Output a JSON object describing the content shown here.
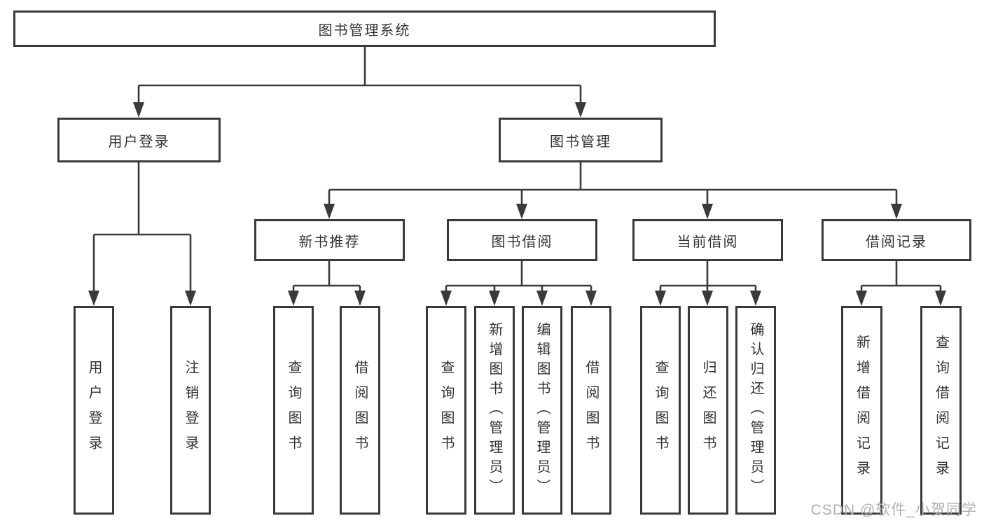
{
  "diagram": {
    "type": "hierarchy-tree",
    "root": {
      "label": "图书管理系统"
    },
    "level2": [
      {
        "label": "用户登录"
      },
      {
        "label": "图书管理"
      }
    ],
    "level3": [
      {
        "label": "新书推荐",
        "parent": "图书管理"
      },
      {
        "label": "图书借阅",
        "parent": "图书管理"
      },
      {
        "label": "当前借阅",
        "parent": "图书管理"
      },
      {
        "label": "借阅记录",
        "parent": "图书管理"
      }
    ],
    "level4_groups": [
      {
        "parent": "用户登录",
        "items": [
          "用户登录",
          "注销登录"
        ]
      },
      {
        "parent": "新书推荐",
        "items": [
          "查询图书",
          "借阅图书"
        ]
      },
      {
        "parent": "图书借阅",
        "items": [
          "查询图书",
          "新增图书（管理员）",
          "编辑图书（管理员）",
          "借阅图书"
        ]
      },
      {
        "parent": "当前借阅",
        "items": [
          "查询图书",
          "归还图书",
          "确认归还（管理员）"
        ]
      },
      {
        "parent": "借阅记录",
        "items": [
          "新增借阅记录",
          "查询借阅记录"
        ]
      }
    ]
  },
  "watermark": {
    "text": "CSDN @软件_小贺同学"
  },
  "colors": {
    "line": "#3a3a3a",
    "text": "#333333",
    "watermark": "#b0b0b0",
    "background": "#ffffff"
  }
}
